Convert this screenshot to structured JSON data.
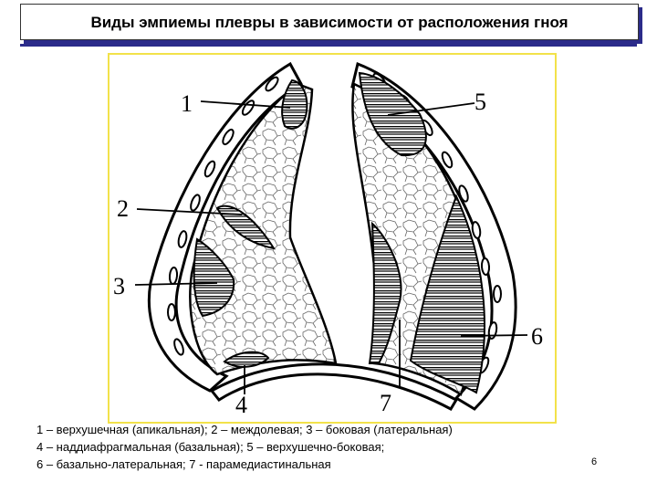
{
  "slide": {
    "title": "Виды эмпиемы плевры в зависимости от расположения гноя",
    "page_number": "6"
  },
  "figure": {
    "labels": [
      "1",
      "2",
      "3",
      "4",
      "5",
      "6",
      "7"
    ]
  },
  "caption": {
    "lines": [
      "1 – верхушечная (апикальная); 2 – междолевая; 3 – боковая (латеральная)",
      "4 – наддиафрагмальная (базальная); 5 – верхушечно-боковая;",
      "6 – базально-латеральная; 7 - парамедиастинальная"
    ]
  }
}
